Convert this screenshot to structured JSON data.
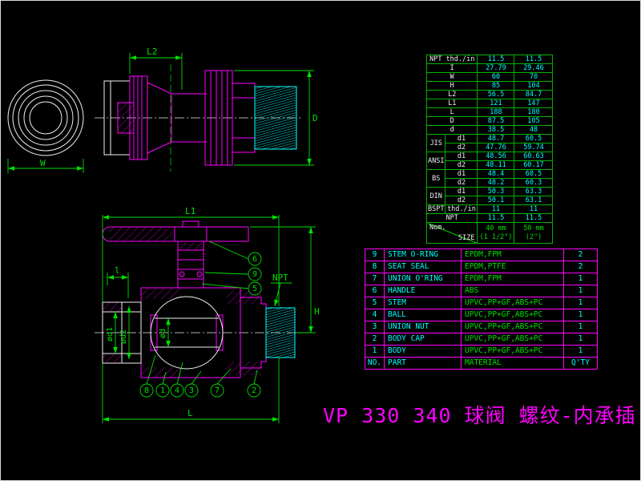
{
  "title": "VP 330 340 球阀 螺纹-内承插",
  "colors": {
    "background": "#000000",
    "outline_magenta": "#FF00FF",
    "dimension_green": "#00E000",
    "thread_cyan": "#00FFFF",
    "white": "#F0F0F0"
  },
  "drawing": {
    "labels": {
      "w": "W",
      "l2": "L2",
      "d": "D",
      "l1": "L1",
      "h": "H",
      "l": "L",
      "npt": "NPT",
      "i": "l",
      "od1": "ød1",
      "od2": "ød2",
      "od": "ød"
    },
    "balloons": {
      "right": [
        "6",
        "9",
        "5"
      ],
      "bottom": [
        "8",
        "1",
        "4",
        "3",
        "7",
        "2"
      ]
    }
  },
  "dim_table": {
    "rows": [
      {
        "label": "NPT thd./in",
        "v1": "11.5",
        "v2": "11.5"
      },
      {
        "label": "I",
        "v1": "27.79",
        "v2": "29.46"
      },
      {
        "label": "W",
        "v1": "60",
        "v2": "70"
      },
      {
        "label": "H",
        "v1": "85",
        "v2": "104"
      },
      {
        "label": "L2",
        "v1": "56.5",
        "v2": "84.7"
      },
      {
        "label": "L1",
        "v1": "121",
        "v2": "147"
      },
      {
        "label": "L",
        "v1": "188",
        "v2": "180"
      },
      {
        "label": "D",
        "v1": "87.5",
        "v2": "105"
      },
      {
        "label": "d",
        "v1": "38.5",
        "v2": "48"
      }
    ],
    "groups": [
      {
        "name": "JIS",
        "sub": [
          {
            "label": "d1",
            "v1": "48.7",
            "v2": "60.5"
          },
          {
            "label": "d2",
            "v1": "47.76",
            "v2": "59.74"
          }
        ]
      },
      {
        "name": "ANSI",
        "sub": [
          {
            "label": "d1",
            "v1": "48.56",
            "v2": "60.63"
          },
          {
            "label": "d2",
            "v1": "48.11",
            "v2": "60.17"
          }
        ]
      },
      {
        "name": "BS",
        "sub": [
          {
            "label": "d1",
            "v1": "48.4",
            "v2": "60.5"
          },
          {
            "label": "d2",
            "v1": "48.2",
            "v2": "60.3"
          }
        ]
      },
      {
        "name": "DIN",
        "sub": [
          {
            "label": "d1",
            "v1": "50.3",
            "v2": "63.3"
          },
          {
            "label": "d2",
            "v1": "50.1",
            "v2": "63.1"
          }
        ]
      }
    ],
    "thread_rows": [
      {
        "label": "BSPT",
        "unit": "thd./in",
        "v1": "11",
        "v2": "11"
      },
      {
        "label": "NPT",
        "v1": "11.5",
        "v2": "11.5"
      }
    ],
    "size": {
      "corner_top": "Nom.",
      "corner_bottom": "SIZE",
      "c1_line1": "40 mm",
      "c1_line2": "(1 1/2\")",
      "c2_line1": "50 mm",
      "c2_line2": "(2\")"
    }
  },
  "parts_table": {
    "header": {
      "no": "NO.",
      "part": "PART",
      "material": "MATERIAL",
      "qty": "Q'TY"
    },
    "rows": [
      {
        "no": "9",
        "part": "STEM O-RING",
        "material": "EPDM,FPM",
        "qty": "2"
      },
      {
        "no": "8",
        "part": "SEAT SEAL",
        "material": "EPDM,PTFE",
        "qty": "2"
      },
      {
        "no": "7",
        "part": "UNION O'RING",
        "material": "EPDM,FPM",
        "qty": "1"
      },
      {
        "no": "6",
        "part": "HANDLE",
        "material": "ABS",
        "qty": "1"
      },
      {
        "no": "5",
        "part": "STEM",
        "material": "UPVC,PP+GF,ABS+PC",
        "qty": "1"
      },
      {
        "no": "4",
        "part": "BALL",
        "material": "UPVC,PP+GF,ABS+PC",
        "qty": "1"
      },
      {
        "no": "3",
        "part": "UNION NUT",
        "material": "UPVC,PP+GF,ABS+PC",
        "qty": "1"
      },
      {
        "no": "2",
        "part": "BODY CAP",
        "material": "UPVC,PP+GF,ABS+PC",
        "qty": "1"
      },
      {
        "no": "1",
        "part": "BODY",
        "material": "UPVC,PP+GF,ABS+PC",
        "qty": "1"
      }
    ]
  }
}
